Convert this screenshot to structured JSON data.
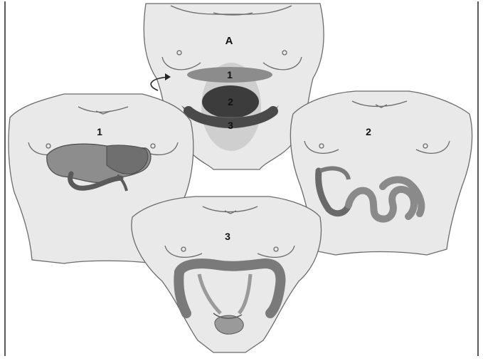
{
  "figures": {
    "top": {
      "label": "A",
      "zones": [
        "1",
        "2",
        "3"
      ]
    },
    "left": {
      "label": "1"
    },
    "right": {
      "label": "2"
    },
    "bottom": {
      "label": "3"
    }
  },
  "colors": {
    "background": "#ffffff",
    "skin": "#e9e9e9",
    "outline": "#6b6b6b",
    "zone_light": "#8c8c8c",
    "zone_dark": "#3c3c3c",
    "organ": "#9a9a9a",
    "organ_dark": "#5a5a5a"
  }
}
